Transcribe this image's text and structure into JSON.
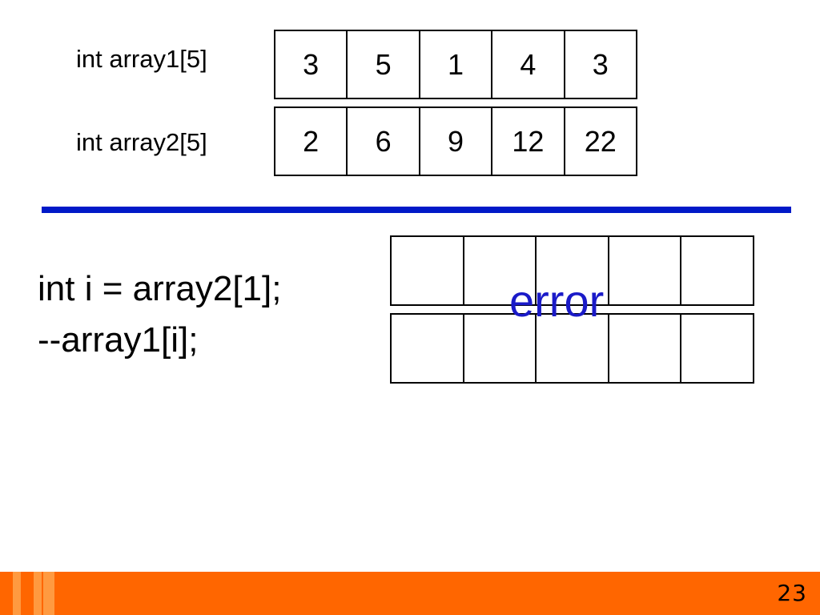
{
  "arrays": [
    {
      "label": "int array1[5]",
      "values": [
        "3",
        "5",
        "1",
        "4",
        "3"
      ]
    },
    {
      "label": "int array2[5]",
      "values": [
        "2",
        "6",
        "9",
        "12",
        "22"
      ]
    }
  ],
  "code": {
    "line1": "int i = array2[1];",
    "line2": "--array1[i];"
  },
  "result_arrays": [
    {
      "values": [
        "",
        "",
        "",
        "",
        ""
      ]
    },
    {
      "values": [
        "",
        "",
        "",
        "",
        ""
      ]
    }
  ],
  "error_text": "error",
  "page_number": "23",
  "colors": {
    "divider": "#0019C8",
    "error": "#1A1AC8",
    "footer": "#FF6600",
    "footer_stripe": "#FF9A40"
  }
}
